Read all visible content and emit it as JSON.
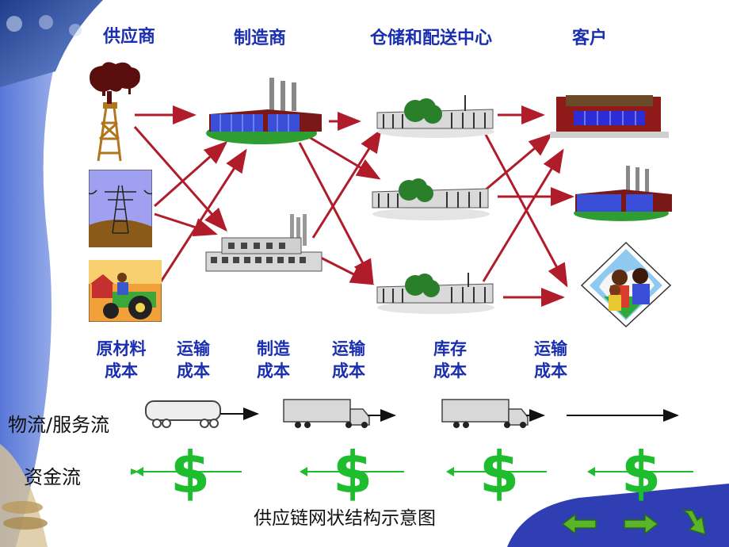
{
  "stages": {
    "supplier": "供应商",
    "manufacturer": "制造商",
    "warehouse": "仓储和配送中心",
    "customer": "客户"
  },
  "costs": [
    {
      "line1": "原材料",
      "line2": "成本"
    },
    {
      "line1": "运输",
      "line2": "成本"
    },
    {
      "line1": "制造",
      "line2": "成本"
    },
    {
      "line1": "运输",
      "line2": "成本"
    },
    {
      "line1": "库存",
      "line2": "成本"
    },
    {
      "line1": "运输",
      "line2": "成本"
    }
  ],
  "rows": {
    "logistics": "物流/服务流",
    "capital": "资金流"
  },
  "caption": "供应链网状结构示意图",
  "currency_symbol": "$",
  "colors": {
    "flow_arrow": "#b01c2a",
    "label_blue": "#1a2fb0",
    "dollar_green": "#1ebd2e",
    "nav_arrow": "#5ab52a",
    "sidebar_blue": "#2f3fb3"
  }
}
